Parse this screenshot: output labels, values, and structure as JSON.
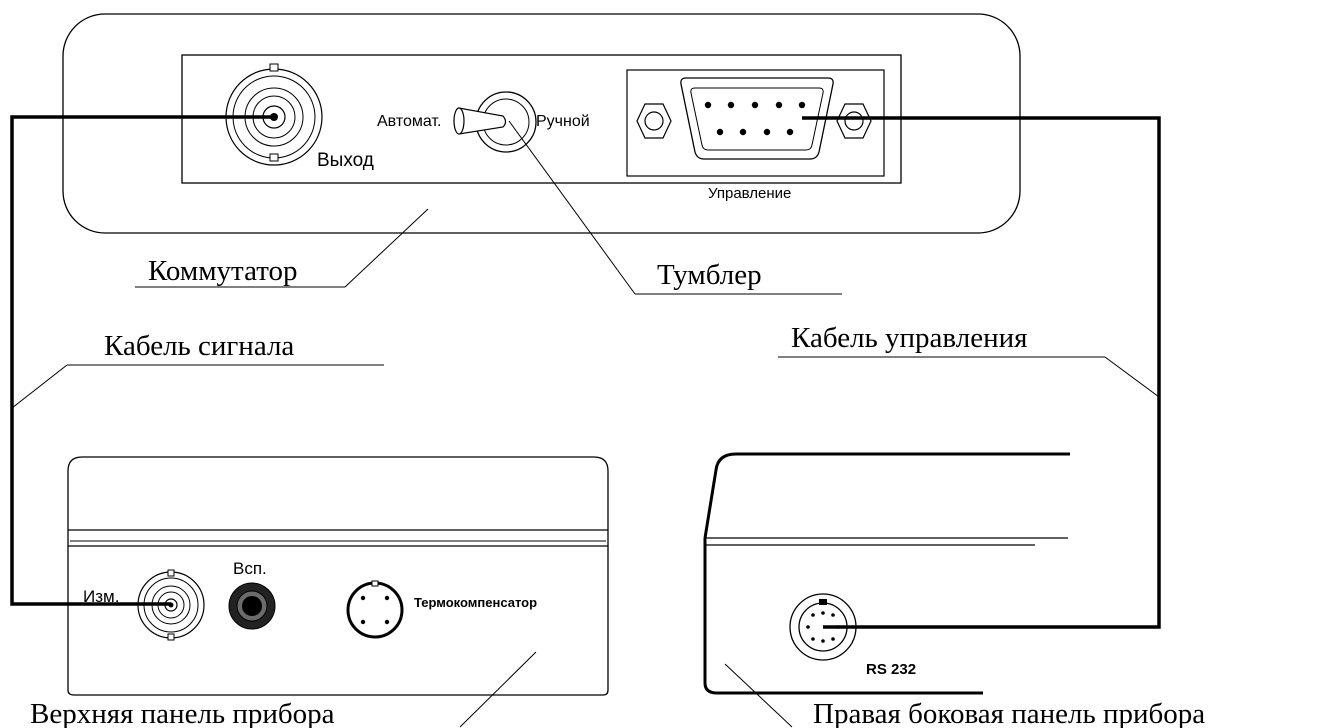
{
  "switcher": {
    "output_label": "Выход",
    "auto_label": "Автомат.",
    "manual_label": "Ручной",
    "control_label": "Управление"
  },
  "device_top": {
    "meas_label": "Изм.",
    "aux_label": "Всп.",
    "thermo_label": "Термокомпенсатор"
  },
  "device_side": {
    "rs232_label": "RS 232"
  },
  "callouts": {
    "switcher": "Коммутатор",
    "toggle": "Тумблер",
    "signal_cable": "Кабель сигнала",
    "control_cable": "Кабель управления",
    "top_panel": "Верхняя панель прибора",
    "side_panel": "Правая боковая панель прибора"
  }
}
